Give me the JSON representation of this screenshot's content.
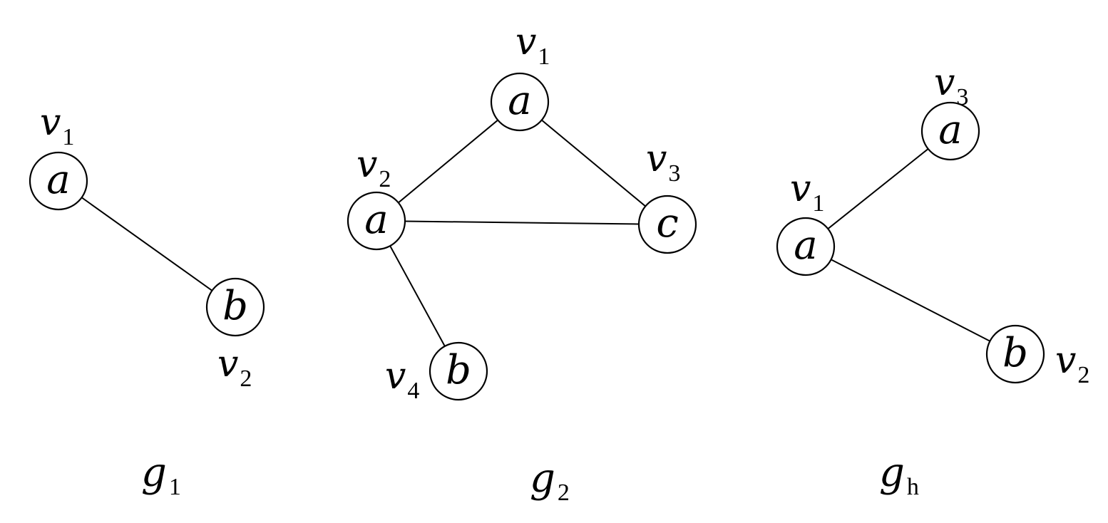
{
  "graphs": [
    {
      "name": {
        "base": "g",
        "sub": "1"
      },
      "nodes": [
        {
          "id": "g1n1",
          "label": "a",
          "vertex": {
            "base": "v",
            "sub": "1"
          }
        },
        {
          "id": "g1n2",
          "label": "b",
          "vertex": {
            "base": "v",
            "sub": "2"
          }
        }
      ],
      "edges": [
        [
          "g1n1",
          "g1n2"
        ]
      ]
    },
    {
      "name": {
        "base": "g",
        "sub": "2"
      },
      "nodes": [
        {
          "id": "g2n1",
          "label": "a",
          "vertex": {
            "base": "v",
            "sub": "1"
          }
        },
        {
          "id": "g2n2",
          "label": "a",
          "vertex": {
            "base": "v",
            "sub": "2"
          }
        },
        {
          "id": "g2n3",
          "label": "c",
          "vertex": {
            "base": "v",
            "sub": "3"
          }
        },
        {
          "id": "g2n4",
          "label": "b",
          "vertex": {
            "base": "v",
            "sub": "4"
          }
        }
      ],
      "edges": [
        [
          "g2n1",
          "g2n2"
        ],
        [
          "g2n1",
          "g2n3"
        ],
        [
          "g2n2",
          "g2n3"
        ],
        [
          "g2n2",
          "g2n4"
        ]
      ]
    },
    {
      "name": {
        "base": "g",
        "sub": "h"
      },
      "nodes": [
        {
          "id": "ghn3",
          "label": "a",
          "vertex": {
            "base": "v",
            "sub": "3"
          }
        },
        {
          "id": "ghn1",
          "label": "a",
          "vertex": {
            "base": "v",
            "sub": "1"
          }
        },
        {
          "id": "ghn2",
          "label": "b",
          "vertex": {
            "base": "v",
            "sub": "2"
          }
        }
      ],
      "edges": [
        [
          "ghn1",
          "ghn3"
        ],
        [
          "ghn1",
          "ghn2"
        ]
      ]
    }
  ]
}
